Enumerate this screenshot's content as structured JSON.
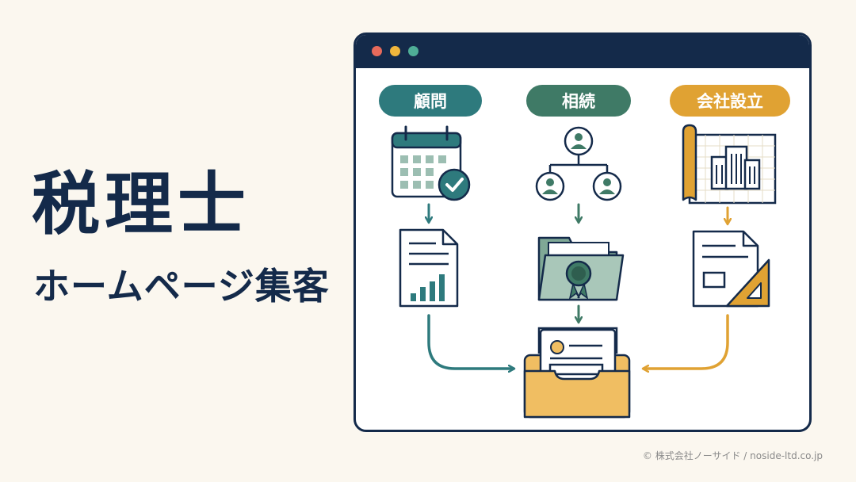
{
  "heading": {
    "main": "税理士",
    "sub": "ホームページ集客"
  },
  "window": {
    "controls": [
      "close",
      "minimize",
      "maximize"
    ]
  },
  "categories": [
    {
      "label": "顧問",
      "color": "#2e7a7d",
      "icon": "calendar-check-icon",
      "doc_icon": "report-chart-icon"
    },
    {
      "label": "相続",
      "color": "#3f7a66",
      "icon": "family-tree-icon",
      "doc_icon": "folder-seal-icon"
    },
    {
      "label": "会社設立",
      "color": "#e0a233",
      "icon": "building-blueprint-icon",
      "doc_icon": "document-ruler-icon"
    }
  ],
  "inbox_icon": "inbox-tray-icon",
  "colors": {
    "navy": "#142a4a",
    "teal": "#2e7a7d",
    "green": "#3f7a66",
    "amber": "#e0a233",
    "background": "#fbf7ef"
  },
  "footer": {
    "copyright": "© 株式会社ノーサイド / noside-ltd.co.jp"
  }
}
